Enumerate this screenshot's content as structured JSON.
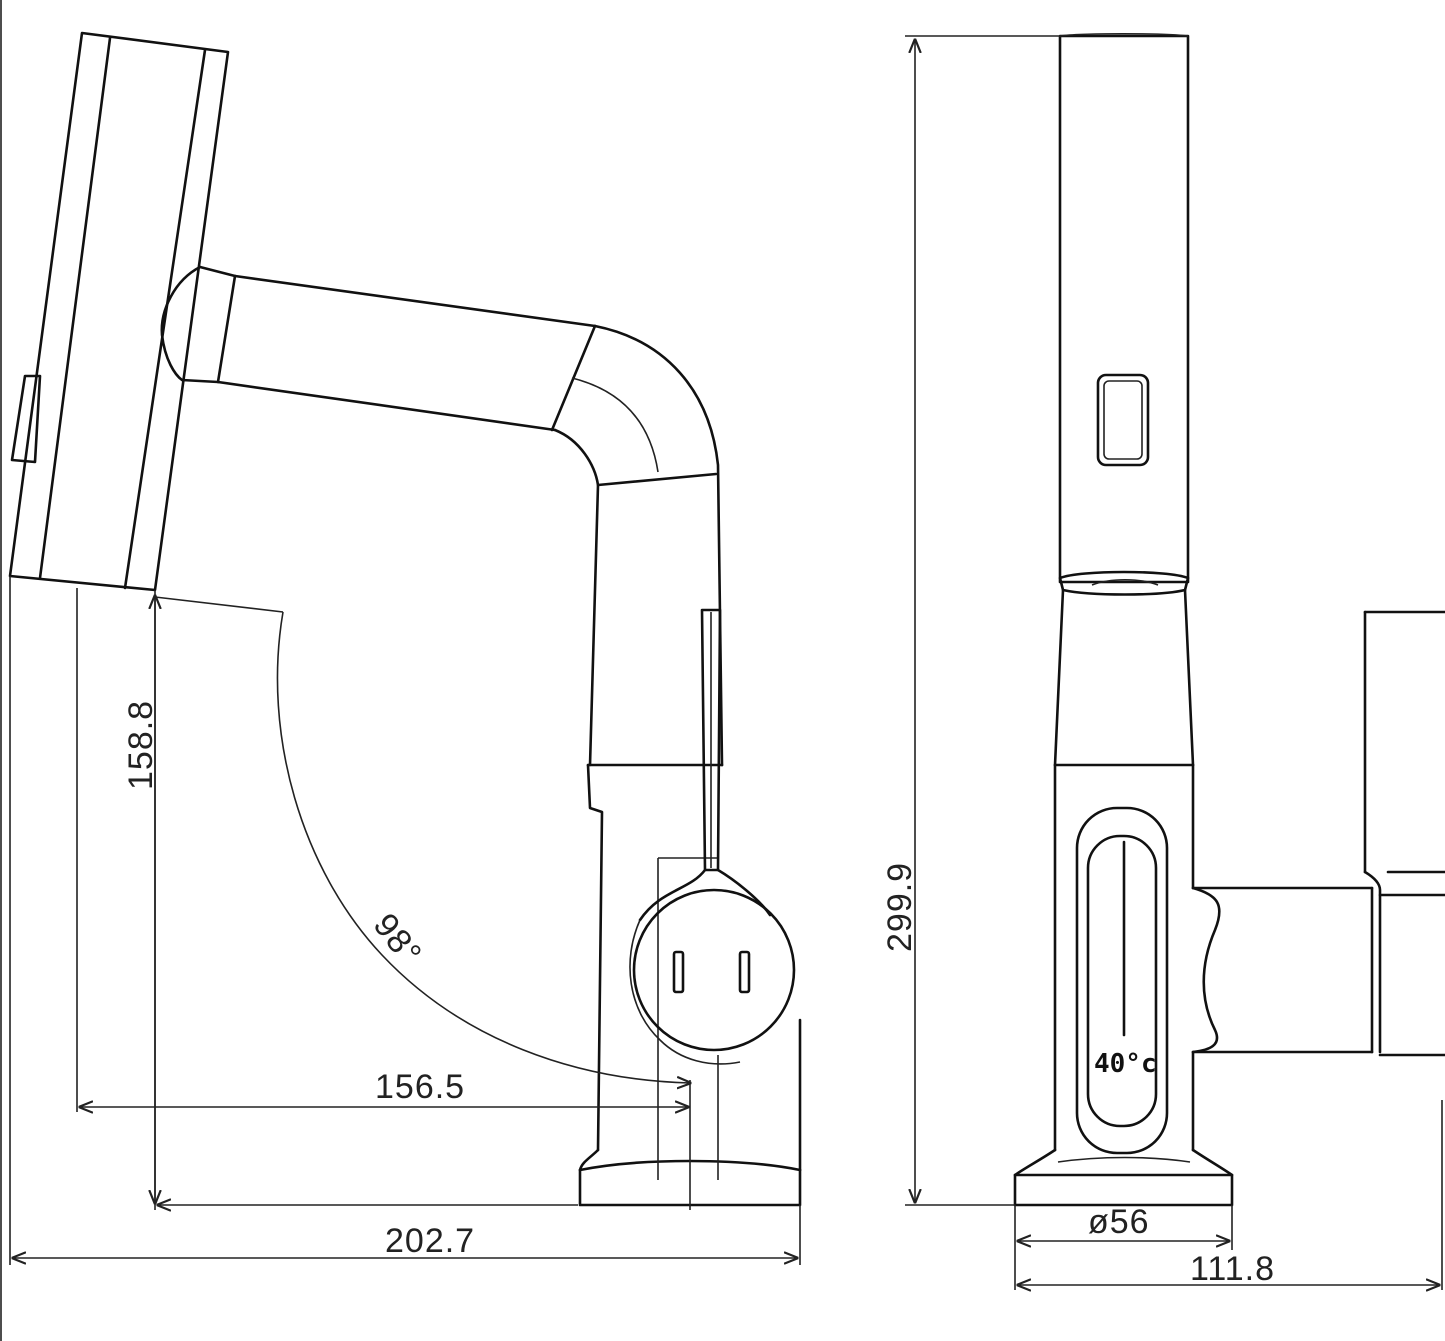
{
  "dimensions": {
    "spout_height": "158.8",
    "angle": "98°",
    "reach": "156.5",
    "overall_depth": "202.7",
    "overall_height": "299.9",
    "base_diameter": "ø56",
    "overall_width": "111.8"
  },
  "display": {
    "temperature": "40°c"
  },
  "colors": {
    "line": "#111111",
    "background": "#ffffff"
  }
}
